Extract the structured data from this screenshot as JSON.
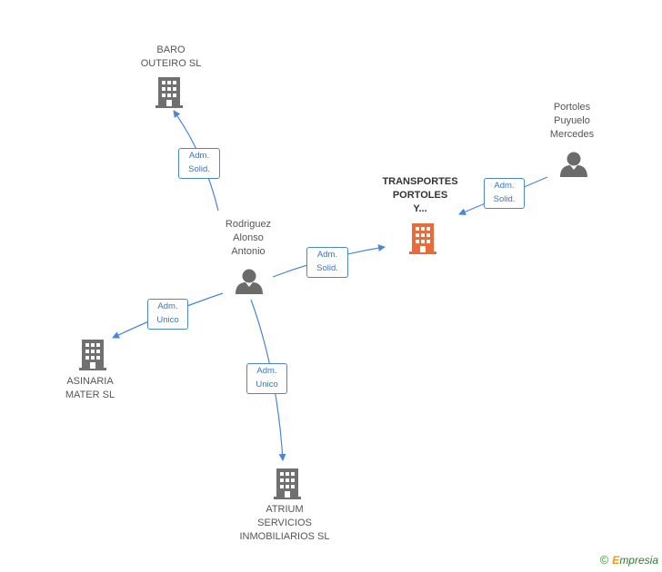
{
  "colors": {
    "edge": "#4a86d4",
    "company": "#707070",
    "company_main": "#ea6a3a",
    "person": "#6b6b6b"
  },
  "nodes": {
    "baro": {
      "label": "BARO\nOUTEIRO SL",
      "icon": "building-icon"
    },
    "transportes": {
      "label": "TRANSPORTES\nPORTOLES\nY...",
      "icon": "building-icon"
    },
    "portoles": {
      "label": "Portoles\nPuyuelo\nMercedes",
      "icon": "person-icon"
    },
    "rodriguez": {
      "label": "Rodriguez\nAlonso\nAntonio",
      "icon": "person-icon"
    },
    "asinaria": {
      "label": "ASINARIA\nMATER SL",
      "icon": "building-icon"
    },
    "atrium": {
      "label": "ATRIUM\nSERVICIOS\nINMOBILIARIOS SL",
      "icon": "building-icon"
    }
  },
  "edges": {
    "rodriguez_baro": "Adm.\nSolid.",
    "portoles_transportes": "Adm.\nSolid.",
    "rodriguez_transportes": "Adm.\nSolid.",
    "rodriguez_asinaria": "Adm.\nUnico",
    "rodriguez_atrium": "Adm.\nUnico"
  },
  "footer": {
    "copyright": "©",
    "brand_first": "E",
    "brand_rest": "mpresia"
  }
}
